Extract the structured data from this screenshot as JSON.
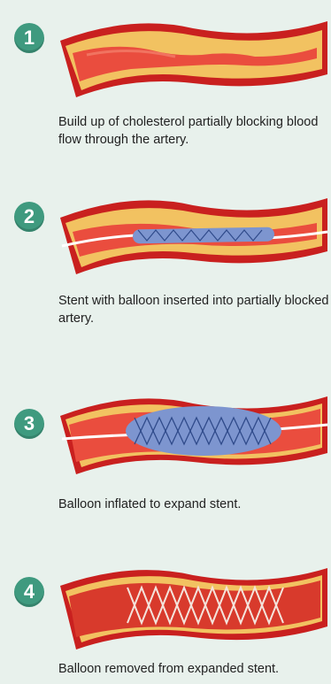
{
  "colors": {
    "background": "#e8f1ec",
    "badge": "#3f9a7f",
    "artery_wall": "#c9201f",
    "artery_lumen": "#ea4d3e",
    "plaque": "#f2c261",
    "stent": "#7d95cf"
  },
  "steps": [
    {
      "number": "1",
      "caption": "Build up of cholesterol partially blocking blood flow through the artery.",
      "icon": "artery-plaque"
    },
    {
      "number": "2",
      "caption": "Stent with balloon inserted into partially blocked artery.",
      "icon": "artery-balloon-inserted"
    },
    {
      "number": "3",
      "caption": "Balloon inflated to expand stent.",
      "icon": "artery-balloon-inflated"
    },
    {
      "number": "4",
      "caption": "Balloon removed from expanded stent.",
      "icon": "artery-stent-expanded"
    }
  ]
}
